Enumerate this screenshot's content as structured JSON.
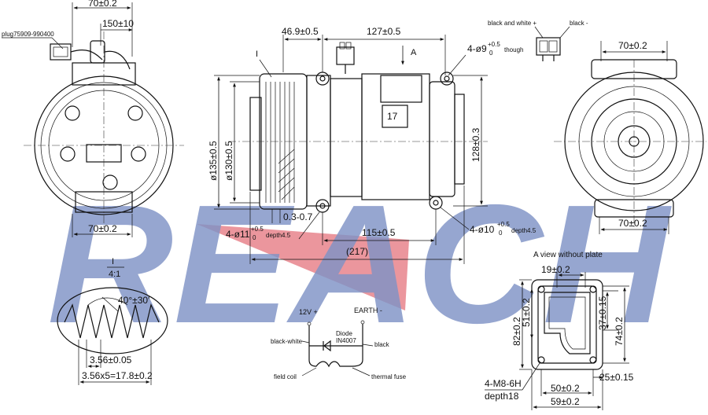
{
  "watermark": "REACH",
  "colors": {
    "watermark_blue": "#7f93c6",
    "watermark_red": "#e8848c",
    "line": "#111111"
  },
  "left_view": {
    "top_width": "70±0.2",
    "plug_offset": "150±10",
    "plug_label": "plug75909-990400",
    "bottom_width": "70±0.2"
  },
  "front_view": {
    "dim_46": "46.9±0.5",
    "dim_127": "127±0.5",
    "arrow_a": "A",
    "view_i": "I",
    "hole_top": "4-ø9",
    "hole_top_sup": "+0.5",
    "hole_top_sub": "0",
    "hole_top_tail": "though",
    "dim_135": "ø135±0.5",
    "dim_130": "ø130±0.5",
    "dim_128": "128±0.3",
    "boss_label": "17",
    "dim_gap": "0.3-0.7",
    "hole_left": "4-ø11",
    "hole_left_sup": "+0.5",
    "hole_left_sub": "0",
    "hole_left_tail": "depth4.5",
    "dim_115": "115±0.5",
    "dim_217": "(217)",
    "hole_right": "4-ø10",
    "hole_right_sup": "+0.5",
    "hole_right_sub": "0",
    "hole_right_tail": "depth4.5"
  },
  "connector": {
    "label_bw": "black and white +",
    "label_b": "black -"
  },
  "right_view": {
    "top_width": "70±0.2",
    "bottom_width": "70±0.2"
  },
  "detail_i": {
    "title": "I",
    "scale": "4:1",
    "angle": "40°±30′",
    "pitch": "3.56±0.05",
    "total": "3.56x5=17.8±0.2"
  },
  "circuit": {
    "v12": "12V +",
    "earth": "EARTH -",
    "bw": "black-white",
    "b": "black",
    "diode": "Diode",
    "diode_type": "IN4007",
    "coil": "field coil",
    "fuse": "thermal fuse"
  },
  "a_view": {
    "title": "A view without plate",
    "dim_19": "19±0.2",
    "dim_51": "51±0.2",
    "dim_37": "37±0.15",
    "dim_82": "82±0.2",
    "dim_74": "74±0.2",
    "thread": "4-M8-6H",
    "thread_depth": "depth18",
    "dim_50": "50±0.2",
    "dim_25": "25±0.15",
    "dim_59": "59±0.2"
  }
}
